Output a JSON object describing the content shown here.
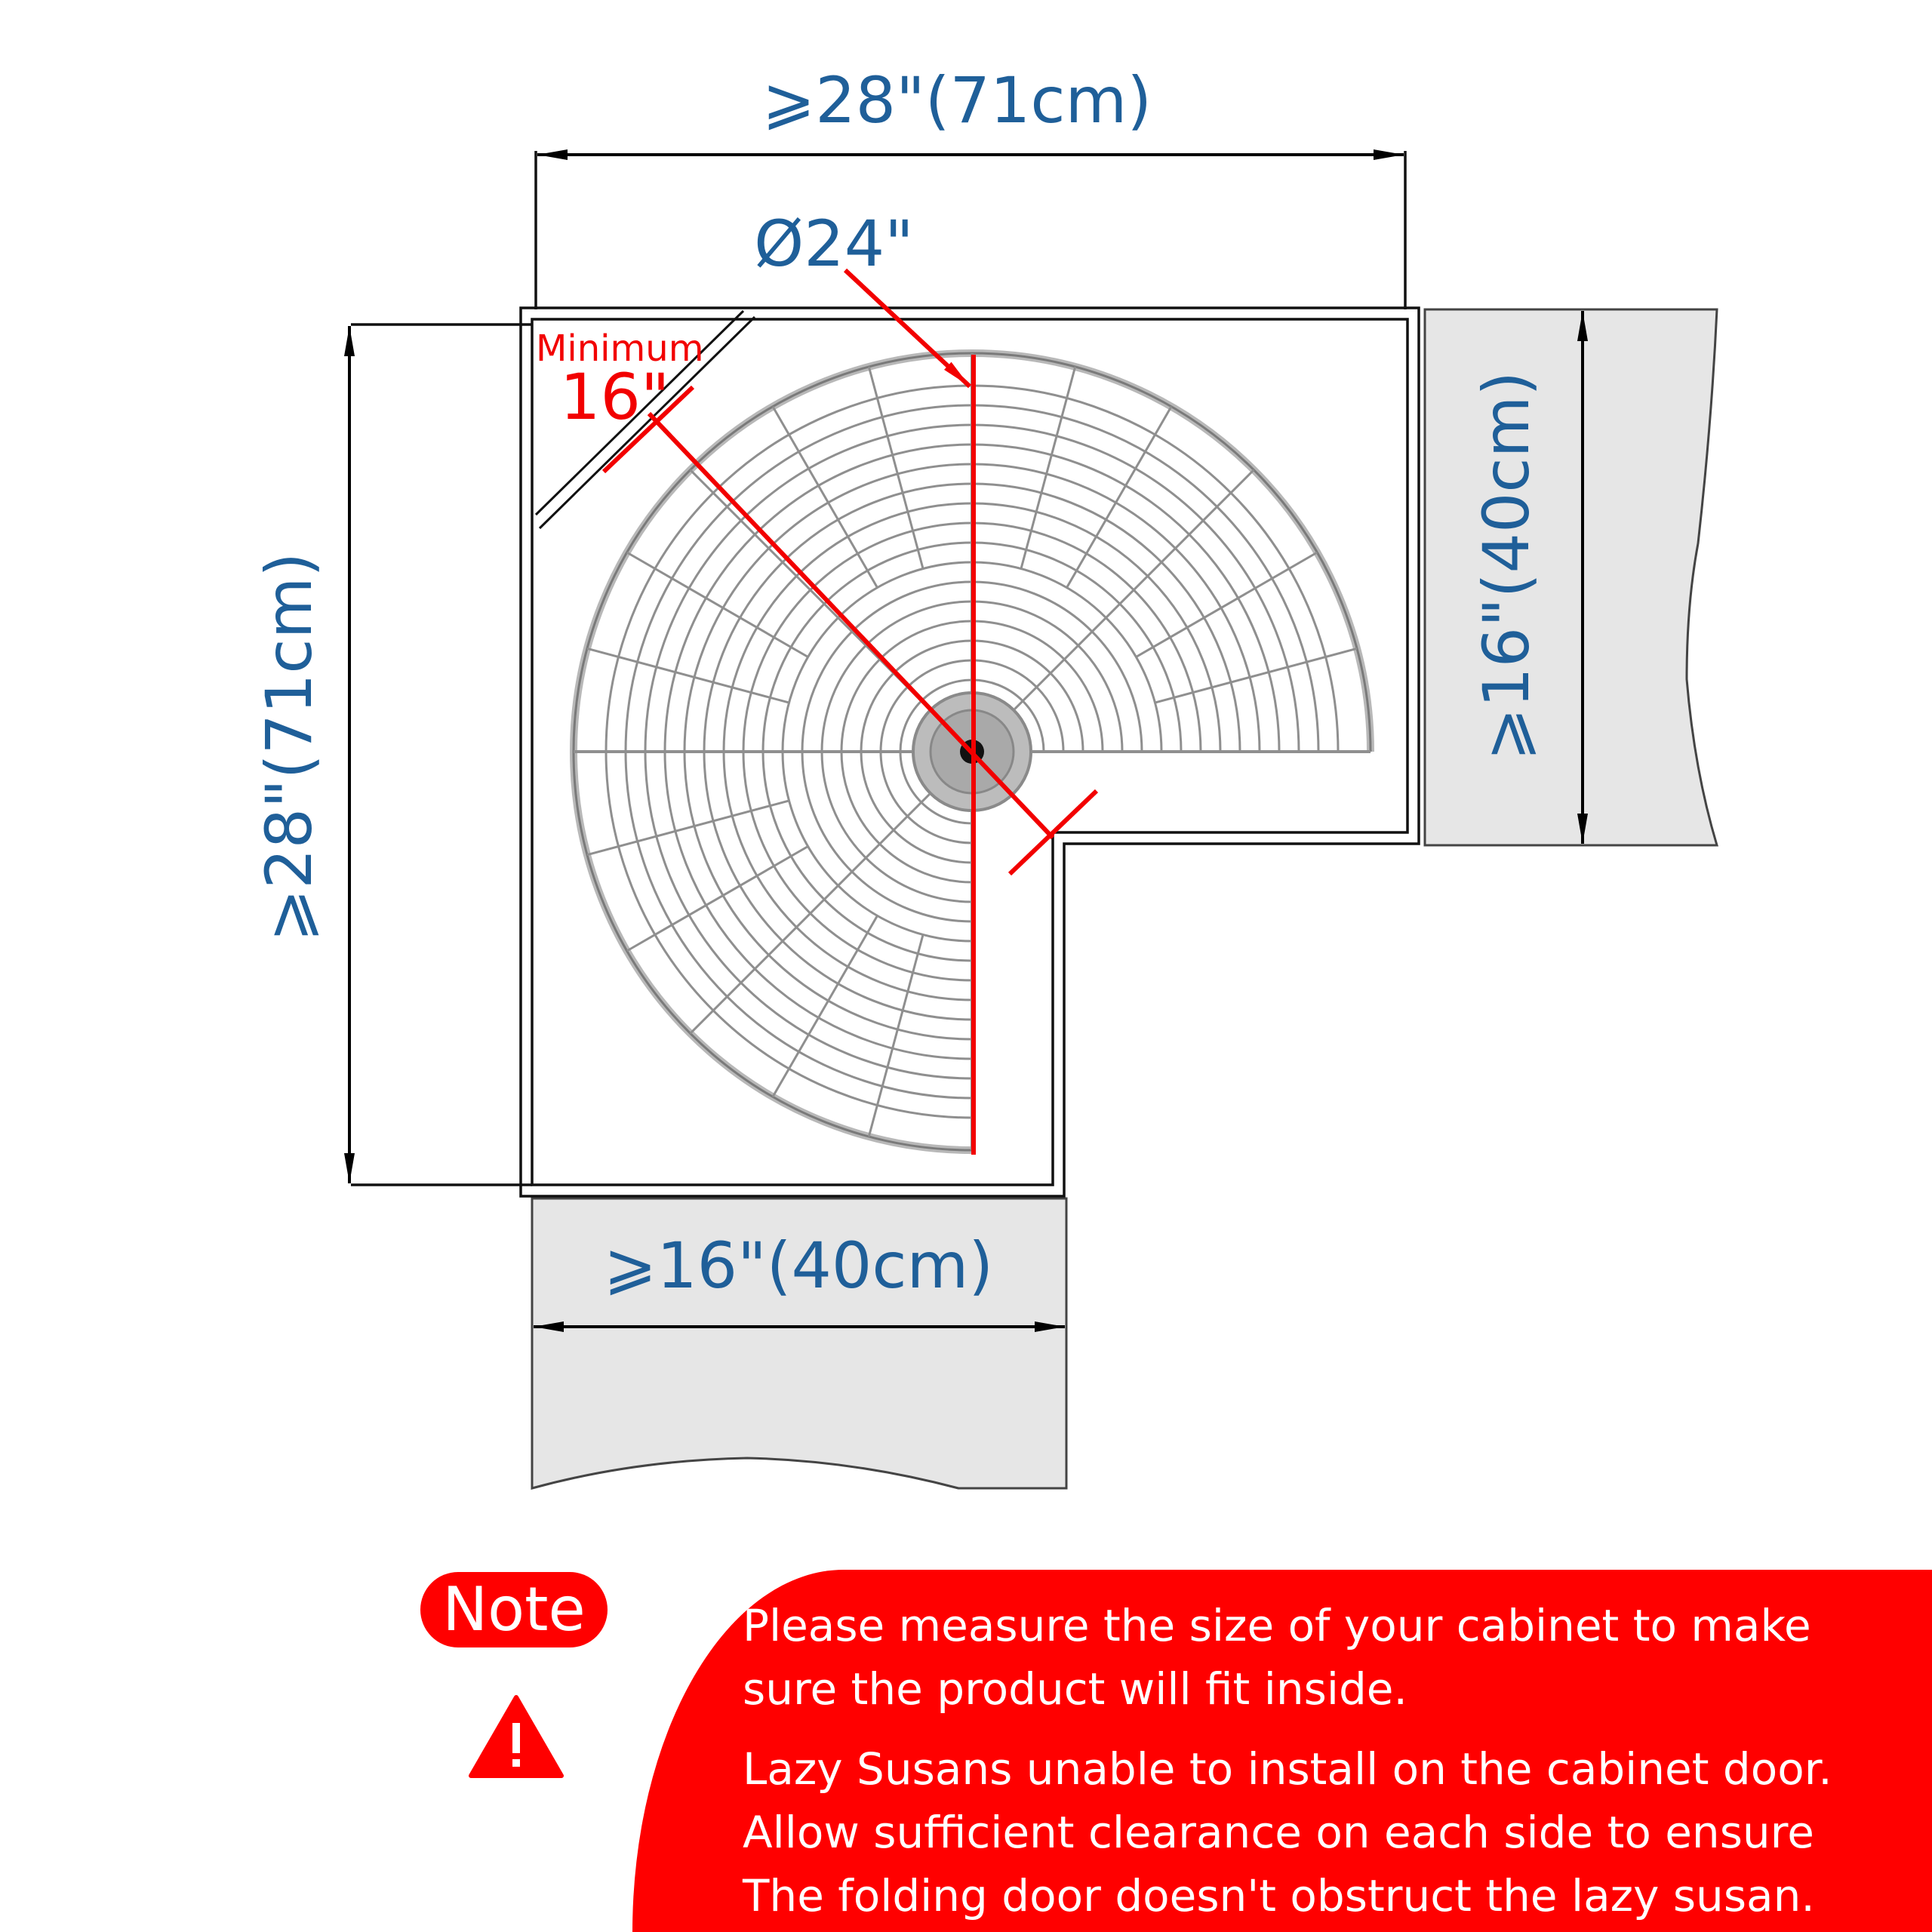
{
  "dimensions": {
    "top_width": "⩾28\"(71cm)",
    "left_height": "⩾28\"(71cm)",
    "right_depth": "⩾16\"(40cm)",
    "bottom_depth": "⩾16\"(40cm)",
    "diameter": "Ø24\"",
    "minimum_label": "Minimum",
    "minimum_value": "16\""
  },
  "note": {
    "badge": "Note",
    "lines": [
      "Please measure the size of your cabinet to make",
      "sure the product will fit inside.",
      "Lazy Susans unable to install on the cabinet door.",
      "Allow sufficient clearance on each side to ensure",
      "The folding door doesn't obstruct the lazy susan."
    ]
  },
  "colors": {
    "dimension_text": "#1f5f99",
    "annotation_red": "#f20000",
    "note_background": "#ff0000",
    "door_panel_fill": "#e6e6e6"
  },
  "icons": [
    "warning-icon"
  ]
}
